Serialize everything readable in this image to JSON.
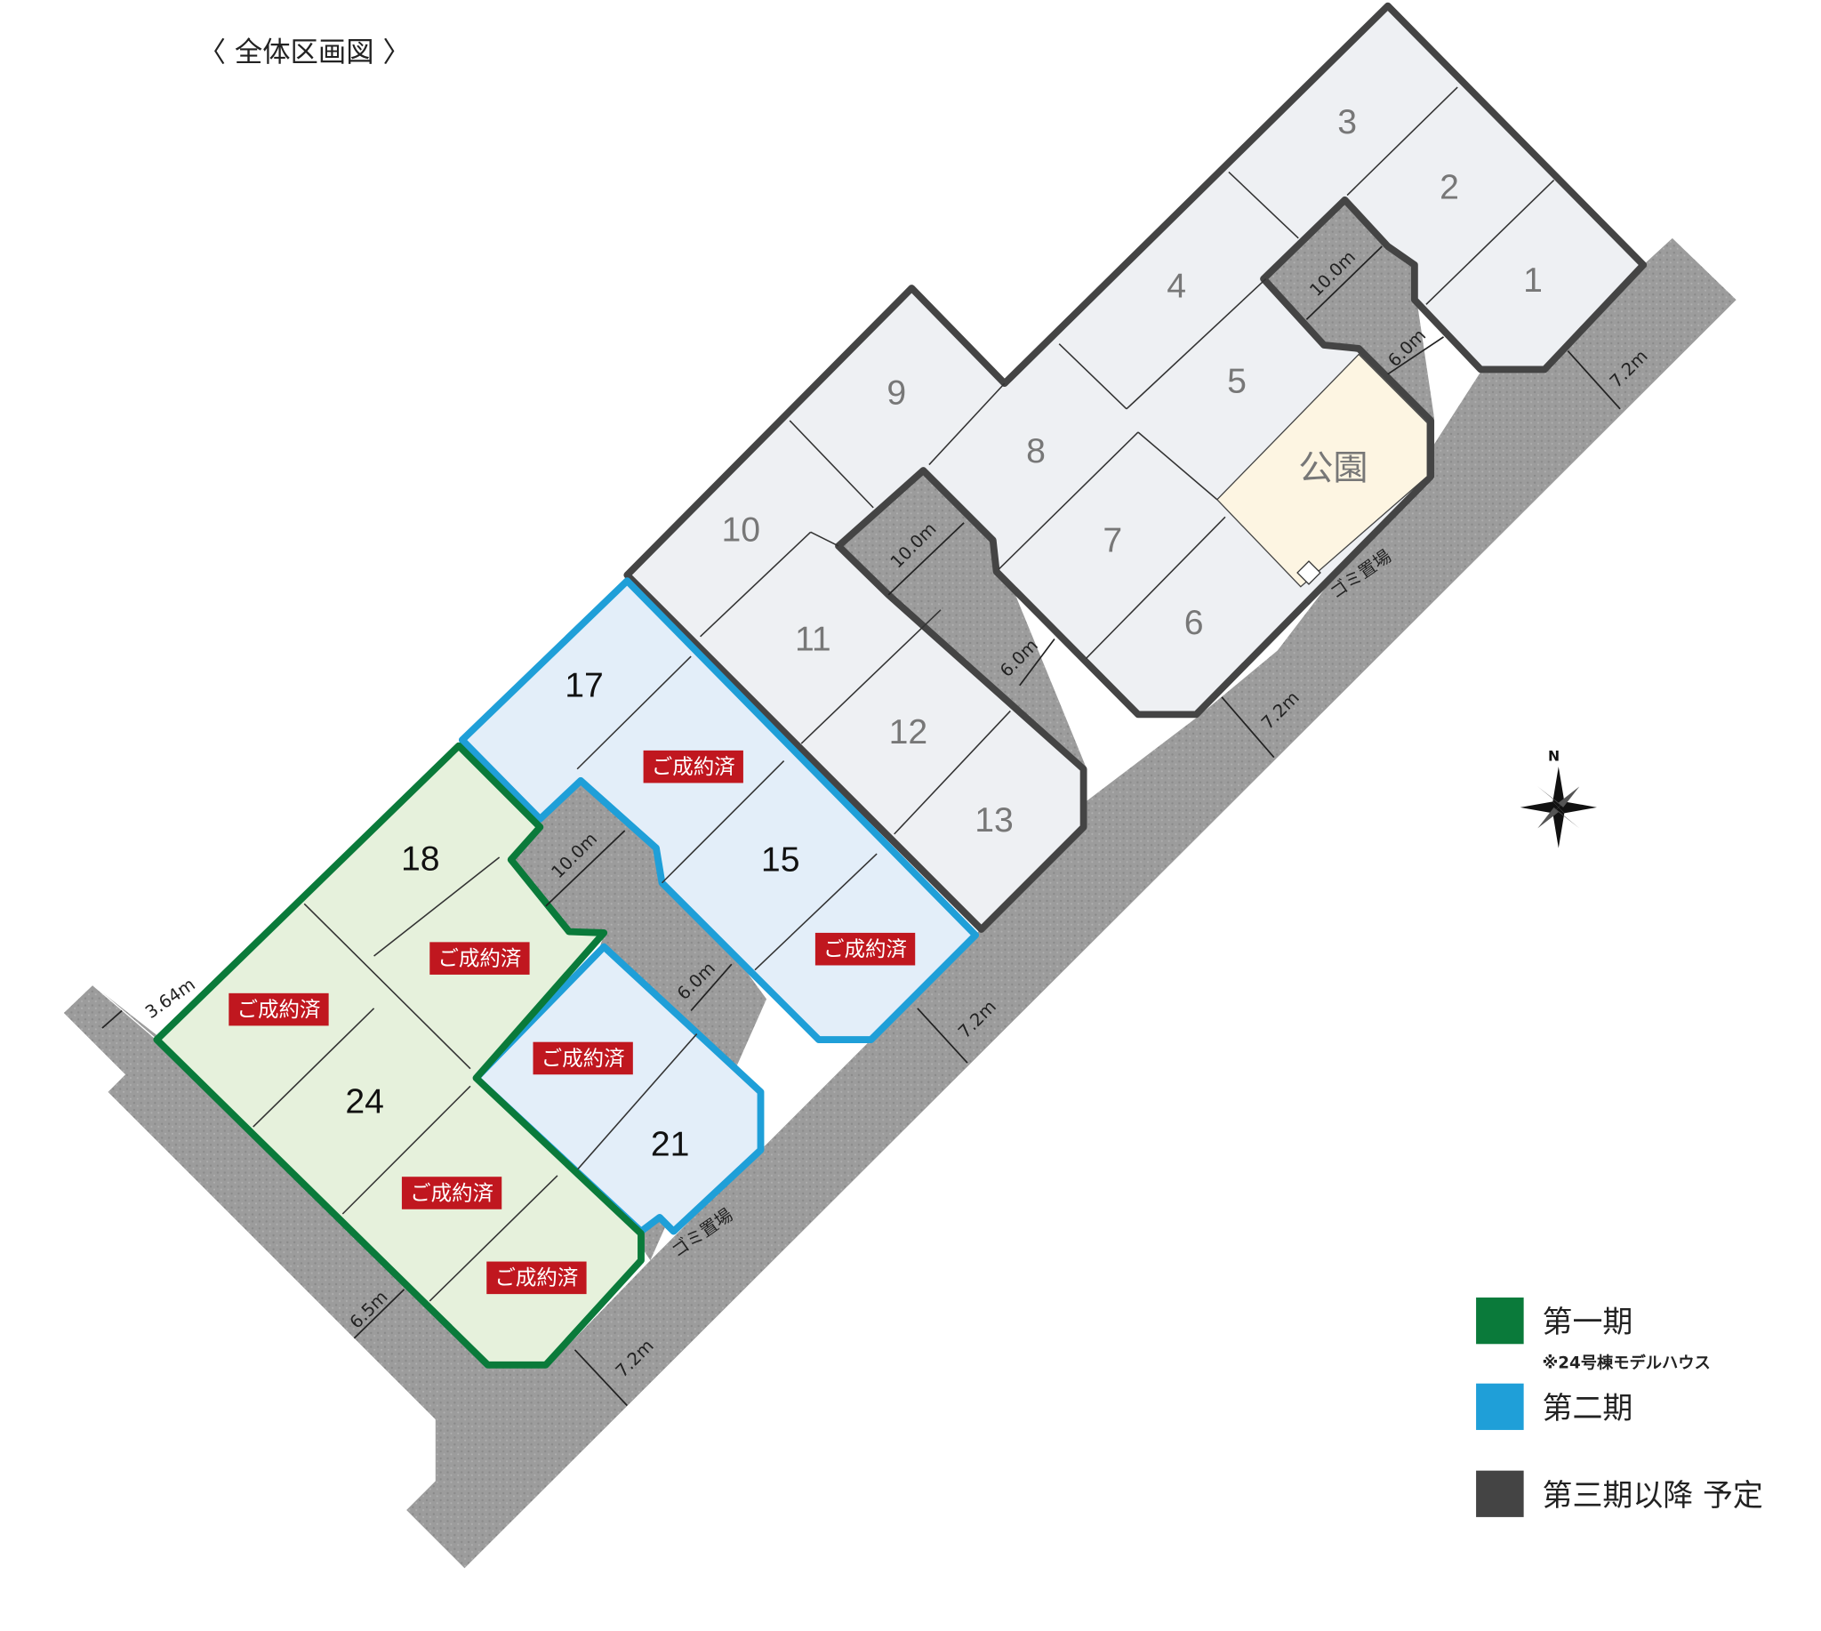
{
  "title": "〈 全体区画図 〉",
  "colors": {
    "phase1": "#0a7a3a",
    "phase2": "#1f9fd8",
    "phase3": "#444444",
    "road": "#9a9a9a",
    "sold_badge": "#c0171f",
    "park": "#fdf5e2"
  },
  "lots": {
    "l1": "1",
    "l2": "2",
    "l3": "3",
    "l4": "4",
    "l5": "5",
    "l6": "6",
    "l7": "7",
    "l8": "8",
    "l9": "9",
    "l10": "10",
    "l11": "11",
    "l12": "12",
    "l13": "13",
    "l15": "15",
    "l17": "17",
    "l18": "18",
    "l21": "21",
    "l24": "24"
  },
  "park_label": "公園",
  "garbage_label": "ゴミ置場",
  "sold_label": "ご成約済",
  "dimensions": {
    "d10a": "10.0m",
    "d6a": "6.0m",
    "d72a": "7.2m",
    "d10b": "10.0m",
    "d6b": "6.0m",
    "d72b": "7.2m",
    "d10c": "10.0m",
    "d6c": "6.0m",
    "d72c": "7.2m",
    "d364": "3.64m",
    "d65": "6.5m",
    "d72d": "7.2m"
  },
  "compass_label": "N",
  "legend": {
    "phase1": "第一期",
    "phase1_note": "※24号棟モデルハウス",
    "phase2": "第二期",
    "phase3": "第三期以降 予定"
  }
}
